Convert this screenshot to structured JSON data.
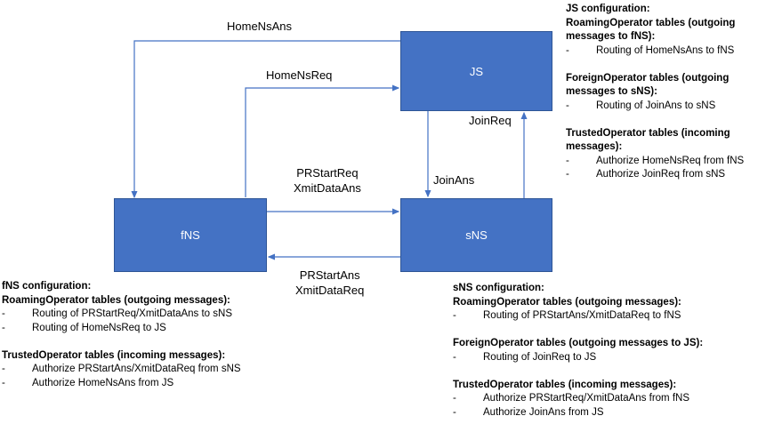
{
  "colors": {
    "node_fill": "#4472C4",
    "node_border": "#2E5596",
    "arrow_stroke": "#4472C4",
    "node_text": "#FFFFFF",
    "body_text": "#000000",
    "background": "#FFFFFF"
  },
  "diagram": {
    "nodes": [
      {
        "id": "js",
        "label": "JS"
      },
      {
        "id": "fns",
        "label": "fNS"
      },
      {
        "id": "sns",
        "label": "sNS"
      }
    ],
    "edges": [
      {
        "id": "homensans",
        "label": "HomeNsAns",
        "from": "js",
        "to": "fns"
      },
      {
        "id": "homensreq",
        "label": "HomeNsReq",
        "from": "fns",
        "to": "js"
      },
      {
        "id": "prstartreq",
        "label": "PRStartReq\nXmitDataAns",
        "from": "fns",
        "to": "sns"
      },
      {
        "id": "prstartans",
        "label": "PRStartAns\nXmitDataReq",
        "from": "sns",
        "to": "fns"
      },
      {
        "id": "joinreq",
        "label": "JoinReq",
        "from": "sns",
        "to": "js"
      },
      {
        "id": "joinans",
        "label": "JoinAns",
        "from": "js",
        "to": "sns"
      }
    ]
  },
  "config_js": {
    "title": "JS configuration:",
    "sections": [
      {
        "heading": "RoamingOperator tables (outgoing messages to fNS):",
        "items": [
          "Routing of HomeNsAns to fNS"
        ]
      },
      {
        "heading": "ForeignOperator tables (outgoing messages to sNS):",
        "items": [
          "Routing of JoinAns to sNS"
        ]
      },
      {
        "heading": "TrustedOperator tables (incoming messages):",
        "items": [
          "Authorize HomeNsReq from fNS",
          "Authorize JoinReq from sNS"
        ]
      }
    ]
  },
  "config_fns": {
    "title": "fNS configuration:",
    "sections": [
      {
        "heading": "RoamingOperator tables (outgoing messages):",
        "items": [
          "Routing of PRStartReq/XmitDataAns to sNS",
          "Routing of HomeNsReq to JS"
        ]
      },
      {
        "heading": "TrustedOperator tables (incoming messages):",
        "items": [
          "Authorize PRStartAns/XmitDataReq from sNS",
          "Authorize HomeNsAns from JS"
        ]
      }
    ]
  },
  "config_sns": {
    "title": "sNS configuration:",
    "sections": [
      {
        "heading": "RoamingOperator tables (outgoing messages):",
        "items": [
          "Routing of PRStartAns/XmitDataReq to fNS"
        ]
      },
      {
        "heading": "ForeignOperator tables (outgoing messages to JS):",
        "items": [
          "Routing of JoinReq to JS"
        ]
      },
      {
        "heading": "TrustedOperator tables (incoming messages):",
        "items": [
          "Authorize PRStartReq/XmitDataAns from fNS",
          "Authorize JoinAns from JS"
        ]
      }
    ]
  },
  "bullet_dash": "-"
}
